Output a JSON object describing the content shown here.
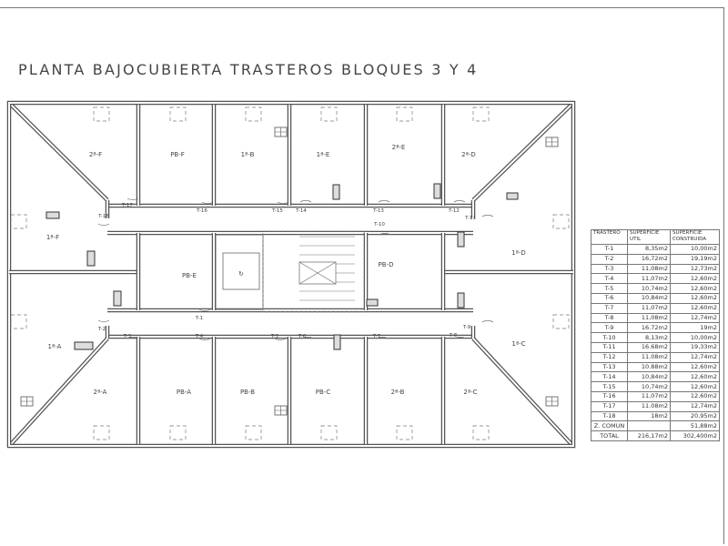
{
  "title": "PLANTA BAJOCUBIERTA TRASTEROS BLOQUES 3 Y 4",
  "rooms": [
    {
      "id": "2f",
      "label": "2ª-F"
    },
    {
      "id": "pbf",
      "label": "PB-F"
    },
    {
      "id": "1b",
      "label": "1ª-B"
    },
    {
      "id": "1e",
      "label": "1ª-E"
    },
    {
      "id": "2e",
      "label": "2ª-E"
    },
    {
      "id": "2d",
      "label": "2ª-D"
    },
    {
      "id": "1f",
      "label": "1ª-F"
    },
    {
      "id": "pbe",
      "label": "PB-E"
    },
    {
      "id": "pbd",
      "label": "PB-D"
    },
    {
      "id": "1d",
      "label": "1ª-D"
    },
    {
      "id": "1a",
      "label": "1ª-A"
    },
    {
      "id": "1c",
      "label": "1ª-C"
    },
    {
      "id": "2a",
      "label": "2ª-A"
    },
    {
      "id": "pba",
      "label": "PB-A"
    },
    {
      "id": "pbb",
      "label": "PB-B"
    },
    {
      "id": "pbc",
      "label": "PB-C"
    },
    {
      "id": "2b",
      "label": "2ª-B"
    },
    {
      "id": "2c",
      "label": "2ª-C"
    }
  ],
  "doors": [
    "T-1",
    "T-2",
    "T-3",
    "T-4",
    "T-5",
    "T-6",
    "T-7",
    "T-8",
    "T-9",
    "T-10",
    "T-11",
    "T-12",
    "T-13",
    "T-14",
    "T-15",
    "T-16",
    "T-17",
    "T-18"
  ],
  "table": {
    "headers": [
      "TRASTERO",
      "SUPERFICIE UTIL",
      "SUPERFICIE CONSTRUIDA"
    ],
    "rows": [
      [
        "T-1",
        "8,35m2",
        "10,00m2"
      ],
      [
        "T-2",
        "16,72m2",
        "19,19m2"
      ],
      [
        "T-3",
        "11,08m2",
        "12,73m2"
      ],
      [
        "T-4",
        "11,07m2",
        "12,60m2"
      ],
      [
        "T-5",
        "10,74m2",
        "12,60m2"
      ],
      [
        "T-6",
        "10,84m2",
        "12,60m2"
      ],
      [
        "T-7",
        "11,07m2",
        "12,60m2"
      ],
      [
        "T-8",
        "11,08m2",
        "12,74m2"
      ],
      [
        "T-9",
        "16.72m2",
        "19m2"
      ],
      [
        "T-10",
        "8,13m2",
        "10,00m2"
      ],
      [
        "T-11",
        "16.68m2",
        "19,33m2"
      ],
      [
        "T-12",
        "11.08m2",
        "12,74m2"
      ],
      [
        "T-13",
        "10.88m2",
        "12,60m2"
      ],
      [
        "T-14",
        "10,84m2",
        "12,60m2"
      ],
      [
        "T-15",
        "10,74m2",
        "12,60m2"
      ],
      [
        "T-16",
        "11,07m2",
        "12,60m2"
      ],
      [
        "T-17",
        "11.08m2",
        "12,74m2"
      ],
      [
        "T-18",
        "18m2",
        "20,95m2"
      ],
      [
        "Z. COMUN",
        "",
        "51,88m2"
      ],
      [
        "TOTAL",
        "216,17m2",
        "302,400m2"
      ]
    ]
  }
}
